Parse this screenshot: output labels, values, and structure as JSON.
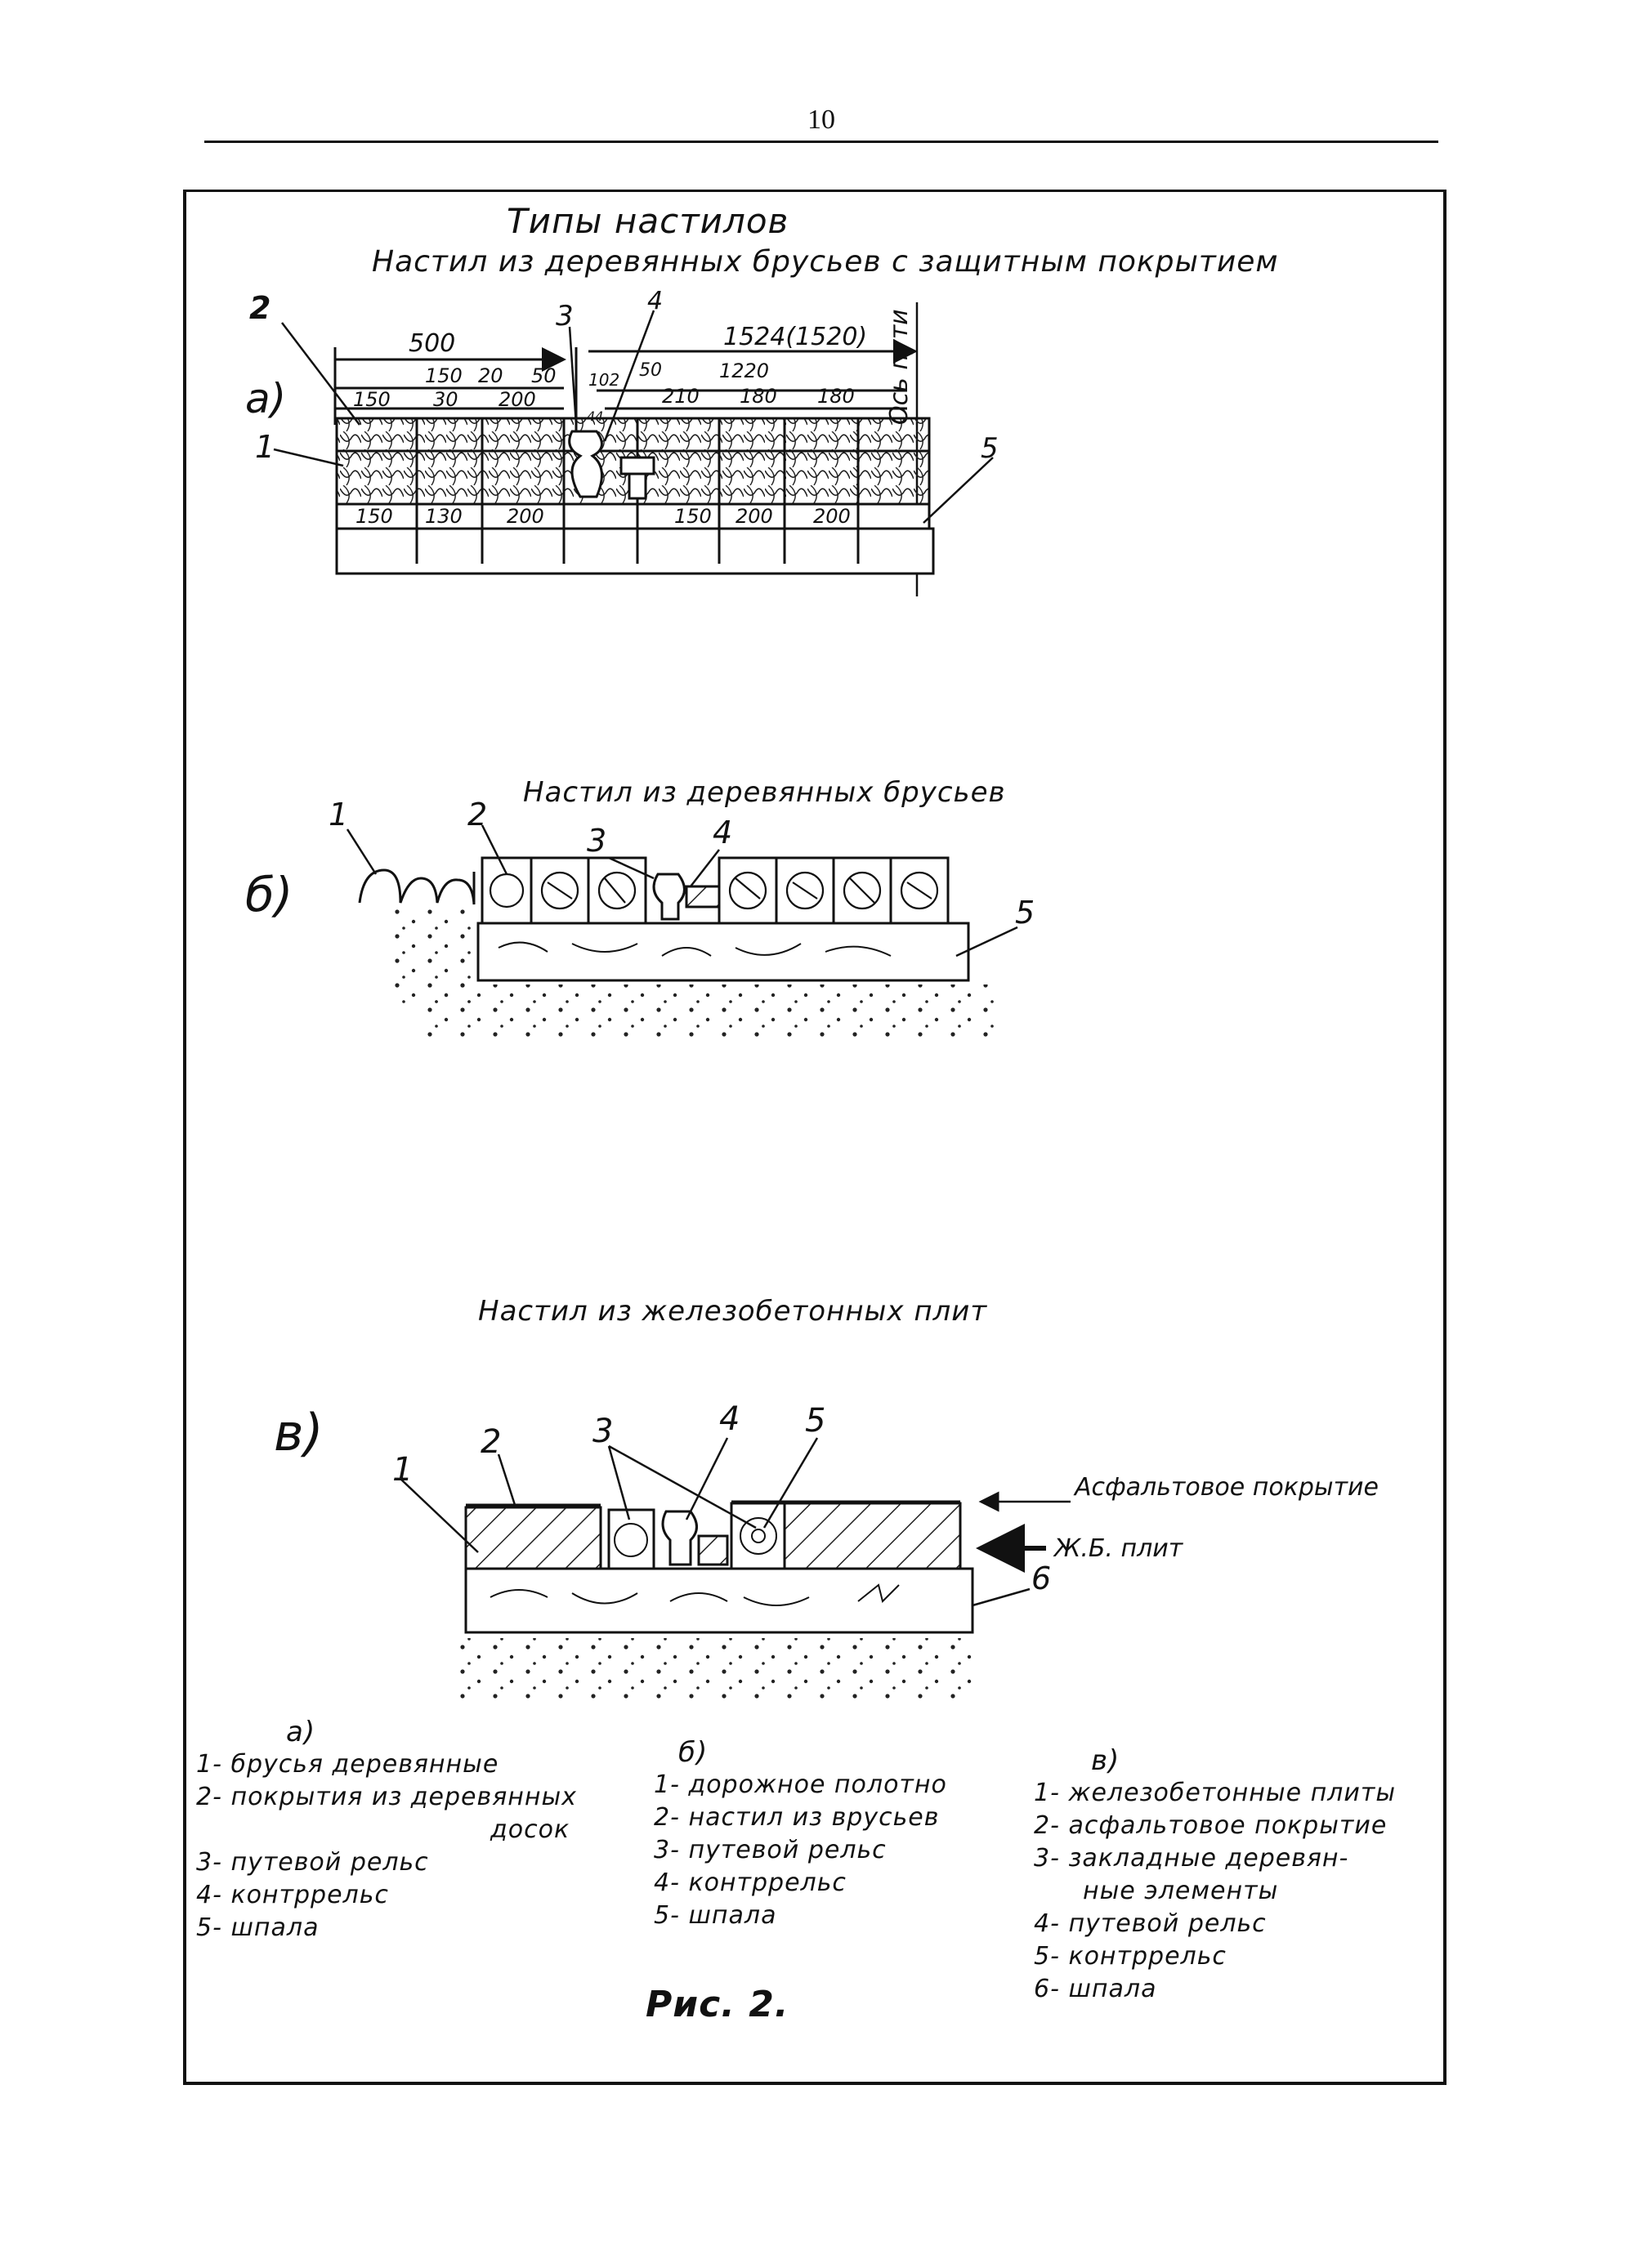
{
  "page_number": "10",
  "titles": {
    "main": "Типы настилов",
    "a": "Настил из деревянных брусьев с защитным покрытием",
    "b": "Настил из деревянных брусьев",
    "c": "Настил из железобетонных плит"
  },
  "diagram_a": {
    "letter": "а)",
    "callouts": [
      "2",
      "1",
      "3",
      "4",
      "5"
    ],
    "dims": {
      "d500": "500",
      "d1524": "1524(1520)",
      "d150a": "150",
      "d20a": "20",
      "d50a": "50",
      "d150b": "150",
      "d30": "30",
      "d200a": "200",
      "d102": "102",
      "d50b": "50",
      "d1220": "1220",
      "d210": "210",
      "d180a": "180",
      "d180b": "180",
      "d150c": "150",
      "d130": "130",
      "d200b": "200",
      "d150d": "150",
      "d200c": "200",
      "d200d": "200",
      "d44": "44"
    },
    "axis_label": "Ось пути"
  },
  "diagram_b": {
    "letter": "б)",
    "callouts": [
      "1",
      "2",
      "3",
      "4",
      "5"
    ]
  },
  "diagram_c": {
    "letter": "в)",
    "callouts": [
      "1",
      "2",
      "3",
      "4",
      "5",
      "6"
    ],
    "label_asphalt": "Асфальтовое покрытие",
    "label_plates": "Ж.Б. плит"
  },
  "legend": {
    "a": {
      "head": "а)",
      "items": [
        "1- брусья деревянные",
        "2- покрытия из деревянных",
        "досок",
        "3- путевой рельс",
        "4- контррельс",
        "5- шпала"
      ]
    },
    "b": {
      "head": "б)",
      "items": [
        "1- дорожное полотно",
        "2- настил из врусьев",
        "3- путевой рельс",
        "4- контррельс",
        "5- шпала"
      ]
    },
    "c": {
      "head": "в)",
      "items": [
        "1- железобетонные плиты",
        "2- асфальтовое покрытие",
        "3- закладные деревян-",
        "ные элементы",
        "4- путевой рельс",
        "5- контррельс",
        "6- шпала"
      ]
    }
  },
  "figure_caption": "Рис. 2."
}
